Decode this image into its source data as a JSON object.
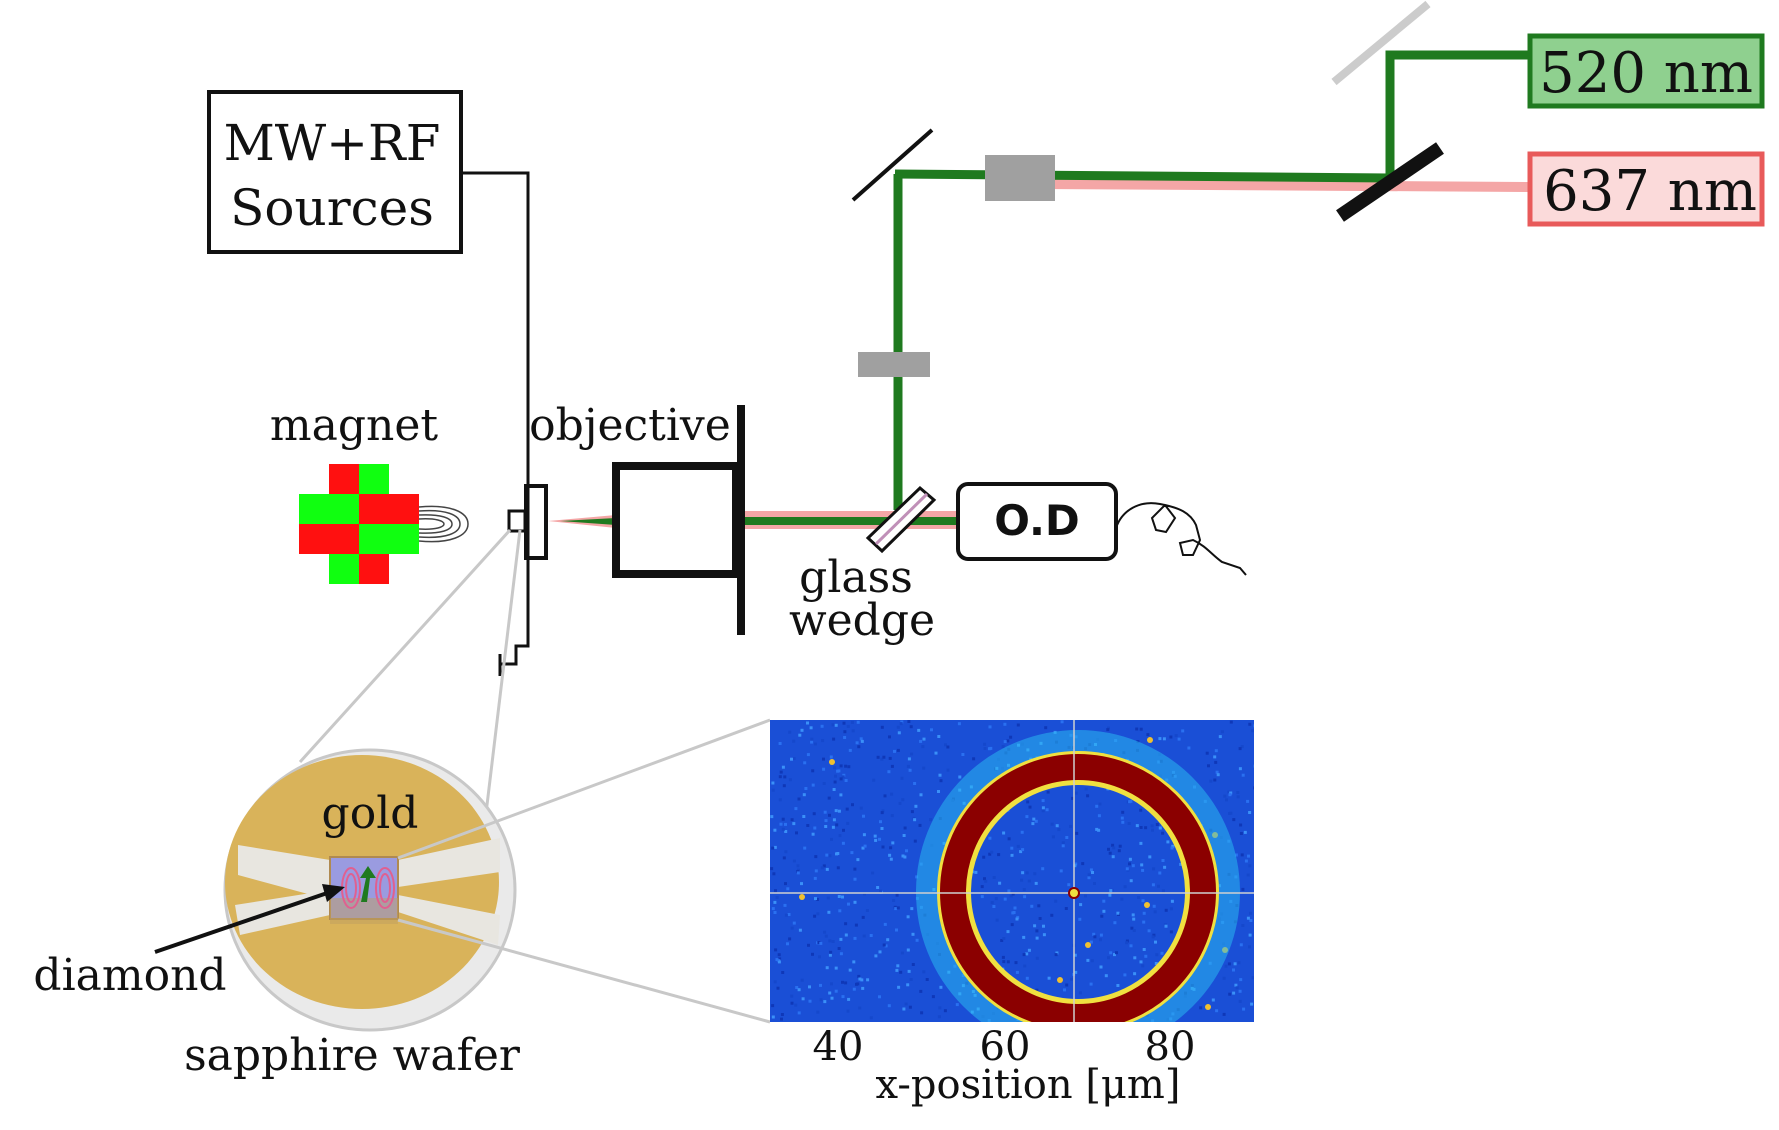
{
  "labels": {
    "source_line1": "MW+RF",
    "source_line2": "Sources",
    "magnet": "magnet",
    "objective": "objective",
    "detector": "O.D",
    "wedge_line1": "glass",
    "wedge_line2": "wedge",
    "laser_green": "520 nm",
    "laser_red": "637 nm",
    "gold": "gold",
    "diamond": "diamond",
    "wafer": "sapphire wafer"
  },
  "inset_plot": {
    "x_ticks": [
      "40",
      "60",
      "80"
    ],
    "xlabel": "x-position [μm]"
  },
  "colors": {
    "green_beam": "#1f7a1f",
    "red_beam": "#f4a6a6",
    "green_laser_fill": "#8fd08f",
    "red_laser_fill": "#fbdada",
    "red_laser_border": "#e85a5a",
    "gray_optic": "#a0a0a0",
    "gold": "#d9b35a",
    "fluor_blue": "#1a4fd6",
    "fluor_ring": "#8b0000",
    "magnet_red": "#ff1010",
    "magnet_green": "#10ff10"
  }
}
